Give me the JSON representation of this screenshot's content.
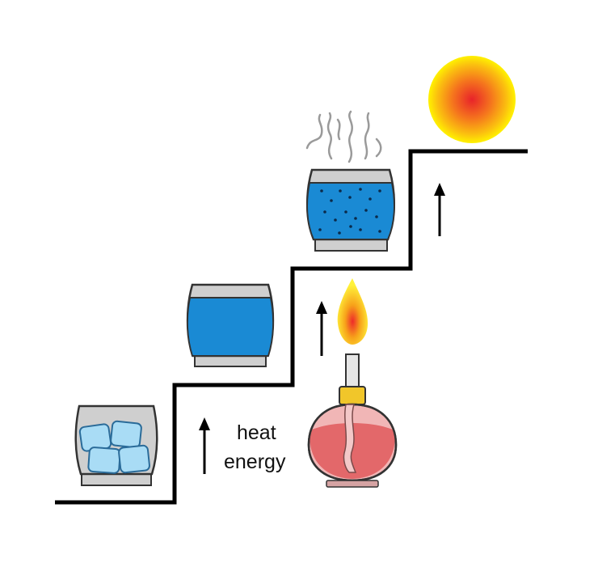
{
  "caption": {
    "line1": "heat",
    "line2": "energy"
  },
  "colors": {
    "line": "#000000",
    "glass": "#cfcfcf",
    "water": "#1a8ad4",
    "ice": "#a9dcf5",
    "bubble": "#0b2a4a",
    "steam": "#9a9a9a",
    "burner_liquid": "#e3686a",
    "burner_glass": "#f1b6b6",
    "burner_cap": "#f1c62a",
    "wick": "#dddddd",
    "flame_outer": "#fff23a",
    "flame_mid": "#f7a21a",
    "flame_core": "#ee2a2a",
    "sun_core": "#e8232a",
    "sun_mid": "#f7821b",
    "sun_edge": "#fff200"
  },
  "stages": [
    "ice-cubes-glass",
    "water-glass",
    "boiling-water-glass",
    "sun-heat"
  ]
}
